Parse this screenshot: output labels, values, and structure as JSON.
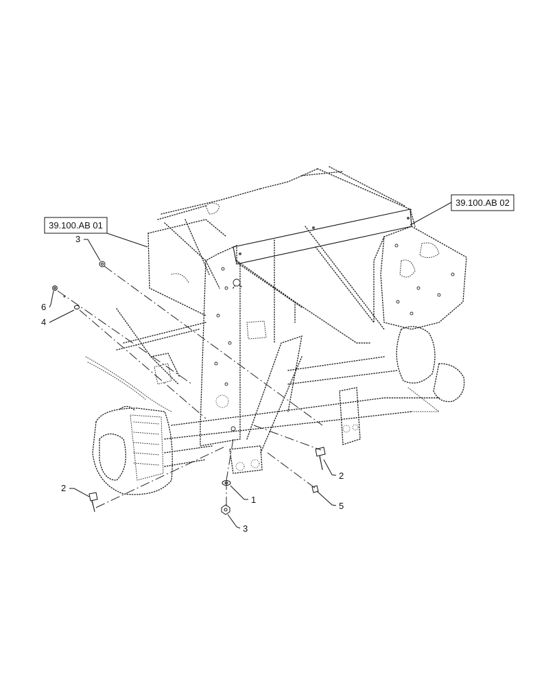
{
  "references": [
    {
      "id": "ref-left",
      "label": "39.100.AB 01"
    },
    {
      "id": "ref-right",
      "label": "39.100.AB 02"
    }
  ],
  "callouts": [
    {
      "id": "c3-top",
      "label": "3"
    },
    {
      "id": "c6",
      "label": "6"
    },
    {
      "id": "c4",
      "label": "4"
    },
    {
      "id": "c2-left",
      "label": "2"
    },
    {
      "id": "c1",
      "label": "1"
    },
    {
      "id": "c3-bottom",
      "label": "3"
    },
    {
      "id": "c2-right",
      "label": "2"
    },
    {
      "id": "c5",
      "label": "5"
    }
  ]
}
